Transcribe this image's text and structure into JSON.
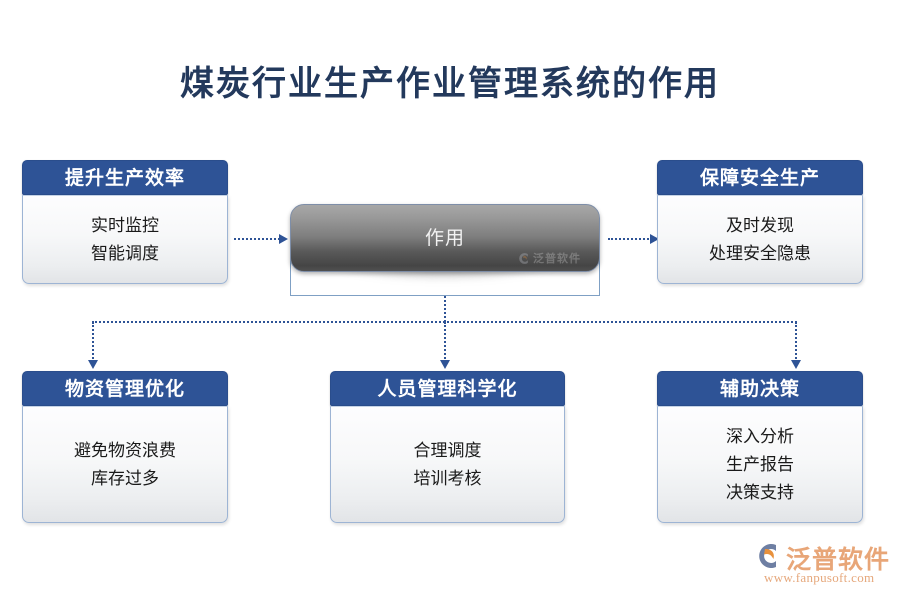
{
  "page": {
    "title": "煤炭行业生产作业管理系统的作用",
    "accent_blue": "#2e5396",
    "title_color": "#23395c",
    "background": "#ffffff"
  },
  "center_node": {
    "label": "作用",
    "watermark_text": "泛普软件"
  },
  "cards": {
    "improve": {
      "header": "提升生产效率",
      "lines": [
        "实时监控",
        "智能调度"
      ]
    },
    "safety": {
      "header": "保障安全生产",
      "lines": [
        "及时发现",
        "处理安全隐患"
      ]
    },
    "material": {
      "header": "物资管理优化",
      "lines": [
        "避免物资浪费",
        "库存过多"
      ]
    },
    "personnel": {
      "header": "人员管理科学化",
      "lines": [
        "合理调度",
        "培训考核"
      ]
    },
    "decision": {
      "header": "辅助决策",
      "lines": [
        "深入分析",
        "生产报告",
        "决策支持"
      ]
    }
  },
  "brand": {
    "name": "泛普软件",
    "url": "www.fanpusoft.com",
    "mark_color_outer": "#6e7fa3",
    "mark_color_inner": "#e8913c",
    "text_color": "#e8a678"
  }
}
